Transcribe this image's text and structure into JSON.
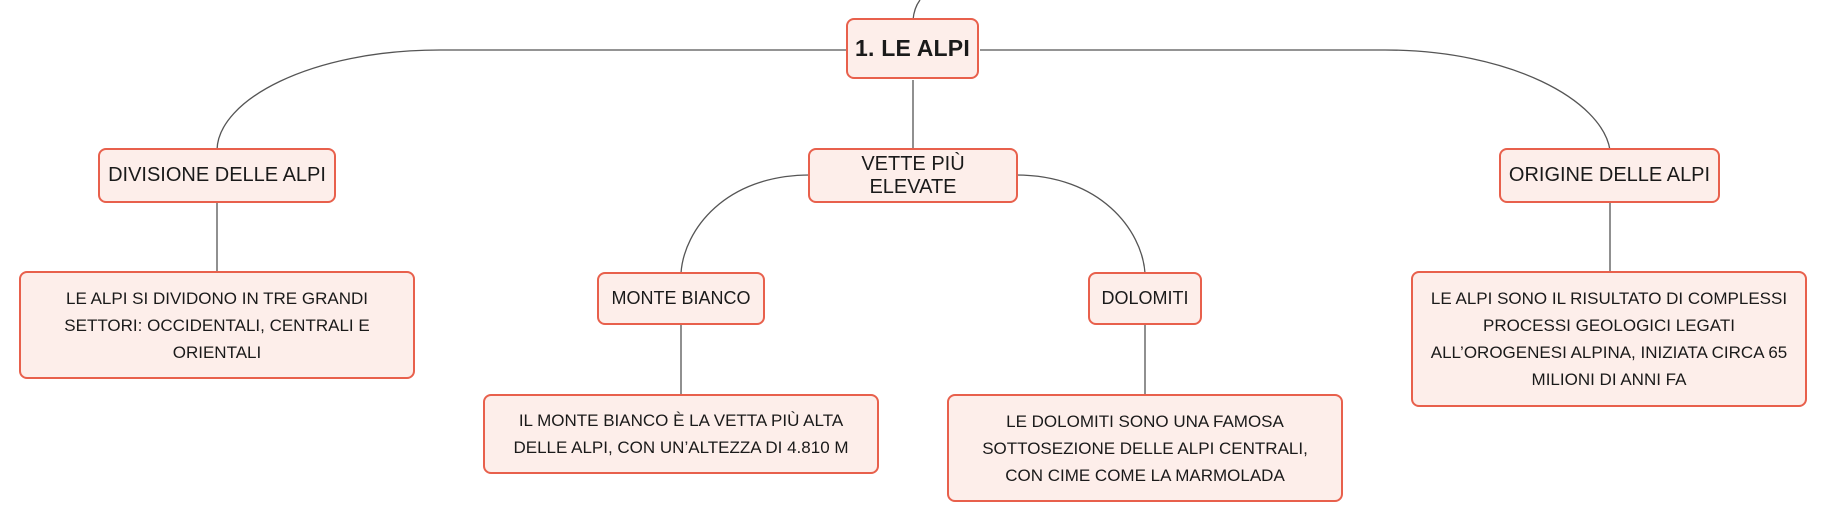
{
  "map": {
    "root": "1. LE ALPI",
    "branches": {
      "division": {
        "label": "DIVISIONE DELLE ALPI",
        "detail": "LE ALPI SI DIVIDONO IN TRE GRANDI SETTORI: OCCIDENTALI, CENTRALI E ORIENTALI"
      },
      "peaks": {
        "label": "VETTE PIÙ ELEVATE",
        "monte_bianco": {
          "label": "MONTE BIANCO",
          "detail": "IL MONTE BIANCO È LA VETTA PIÙ ALTA DELLE ALPI, CON UN’ALTEZZA DI 4.810 M"
        },
        "dolomiti": {
          "label": "DOLOMITI",
          "detail": "LE DOLOMITI SONO UNA FAMOSA SOTTOSEZIONE DELLE ALPI CENTRALI, CON CIME COME LA MARMOLADA"
        }
      },
      "origin": {
        "label": "ORIGINE DELLE ALPI",
        "detail": "LE ALPI SONO IL RISULTATO DI COMPLESSI PROCESSI GEOLOGICI LEGATI ALL’OROGENESI ALPINA, INIZIATA CIRCA 65 MILIONI DI ANNI FA"
      }
    },
    "colors": {
      "node_border": "#e8604c",
      "node_fill": "#fdeeea",
      "connector": "#555555"
    }
  }
}
